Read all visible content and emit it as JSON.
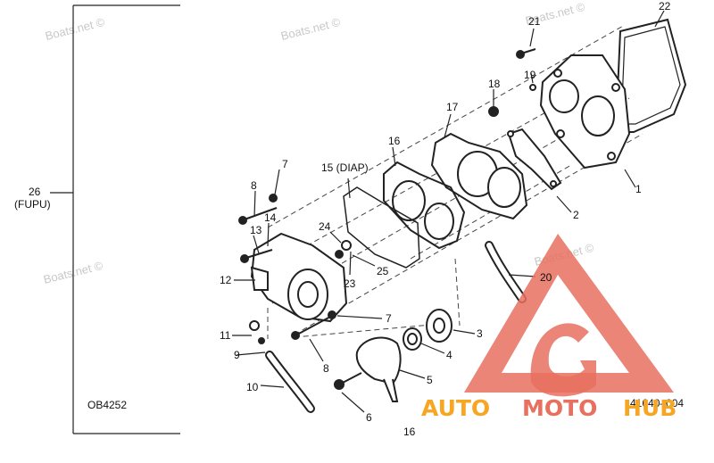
{
  "diagram": {
    "callouts": [
      "1",
      "2",
      "3",
      "4",
      "5",
      "6",
      "7",
      "7",
      "8",
      "8",
      "9",
      "10",
      "11",
      "12",
      "13",
      "14",
      "15 (DIAP)",
      "16",
      "16",
      "17",
      "18",
      "19",
      "20",
      "21",
      "22",
      "23",
      "24",
      "25"
    ],
    "group_label": {
      "number": "26",
      "name": "(FUPU)"
    },
    "figure_code": "OB4252",
    "part_code": "41640–004",
    "watermark": "Boats.net ©"
  },
  "logo": {
    "text_part1": "AUTO",
    "text_part2": "MOTO",
    "text_part3": "HUB",
    "colors": {
      "triangle": "#e8705f",
      "text_orange": "#f6a623",
      "text_red": "#e8705f"
    }
  }
}
